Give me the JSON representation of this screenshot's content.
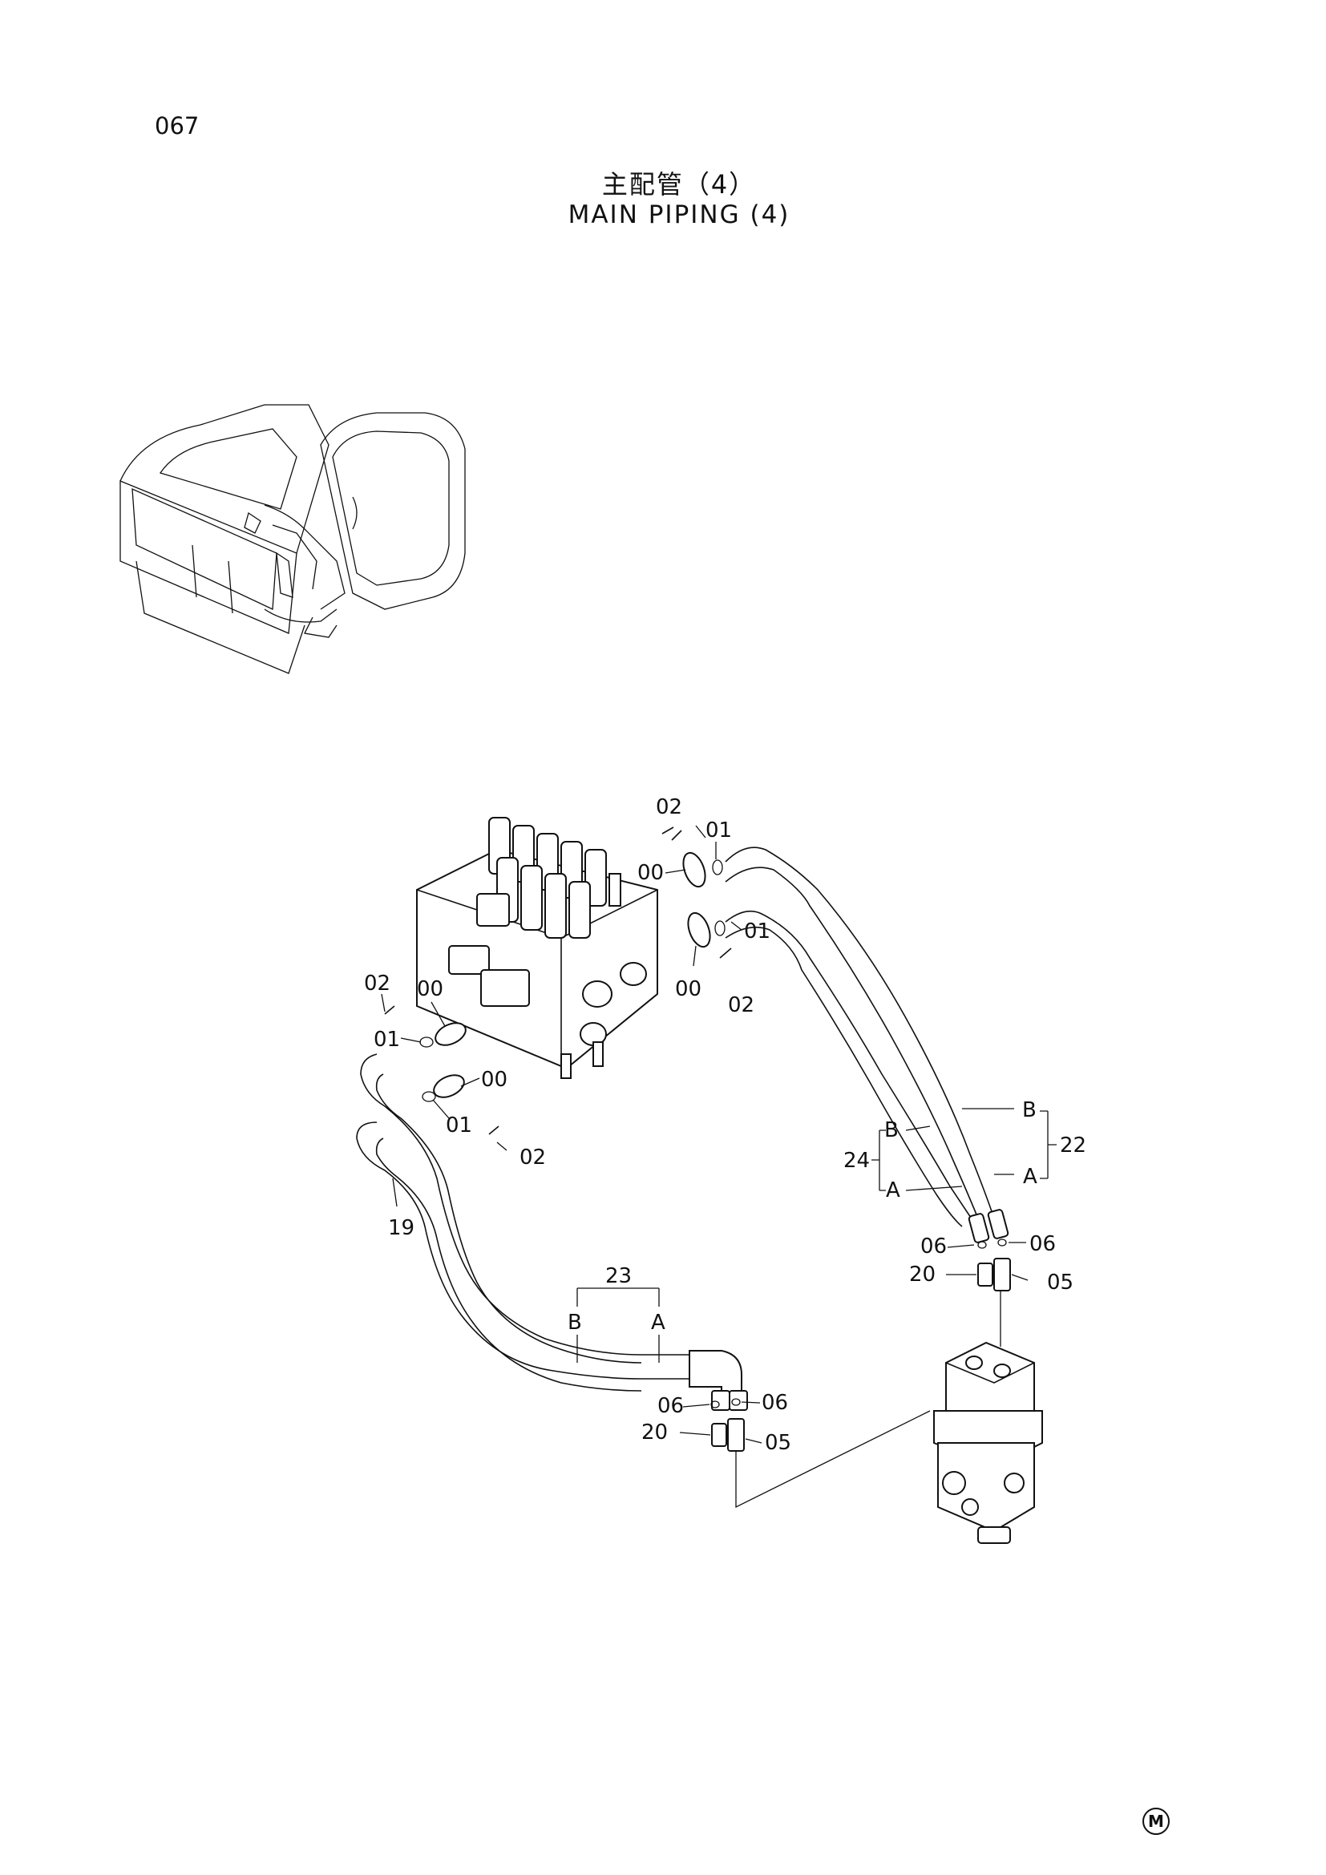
{
  "header": {
    "page_number": "067",
    "title_jp": "主配管（4）",
    "title_en": "MAIN PIPING (4)"
  },
  "callouts": {
    "c00a": "00",
    "c00b": "00",
    "c00c": "00",
    "c00d": "00",
    "c01a": "01",
    "c01b": "01",
    "c01c": "01",
    "c01d": "01",
    "c02a": "02",
    "c02b": "02",
    "c02c": "02",
    "c02d": "02",
    "c05a": "05",
    "c05b": "05",
    "c06a": "06",
    "c06b": "06",
    "c06c": "06",
    "c06d": "06",
    "c19": "19",
    "c20a": "20",
    "c20b": "20",
    "c22": "22",
    "c23": "23",
    "c24": "24",
    "hoseA1": "A",
    "hoseB1": "B",
    "hoseA2": "A",
    "hoseB2": "B",
    "hoseA3": "A",
    "hoseB3": "B"
  },
  "footer": {
    "mark": "M"
  }
}
